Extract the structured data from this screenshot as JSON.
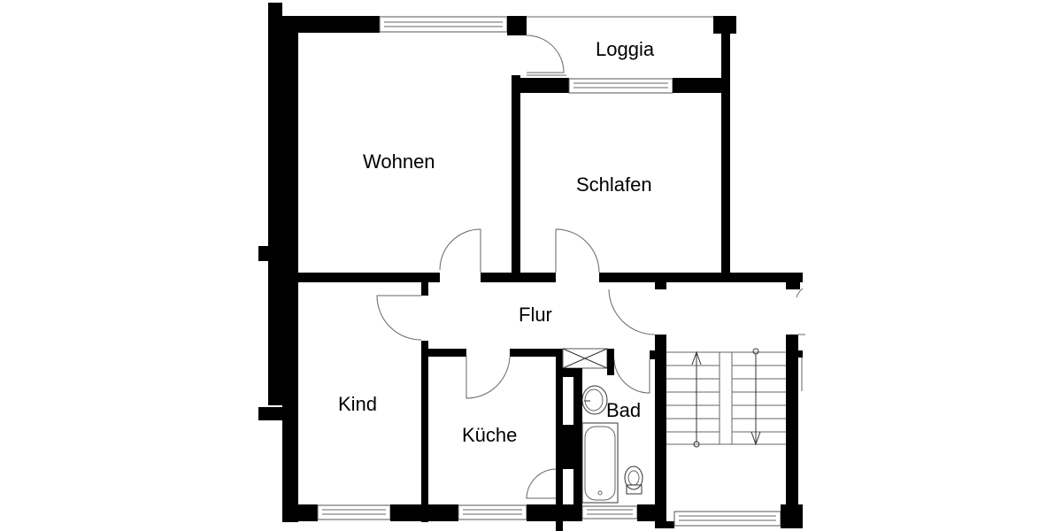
{
  "plan": {
    "title": "",
    "background": "#ffffff",
    "wall_color": "#000000",
    "rooms": {
      "wohnen": "Wohnen",
      "loggia": "Loggia",
      "schlafen": "Schlafen",
      "flur": "Flur",
      "kind": "Kind",
      "kueche": "Küche",
      "bad": "Bad"
    },
    "fixtures": [
      "washbasin",
      "bathtub",
      "toilet",
      "shaft",
      "staircase"
    ]
  }
}
